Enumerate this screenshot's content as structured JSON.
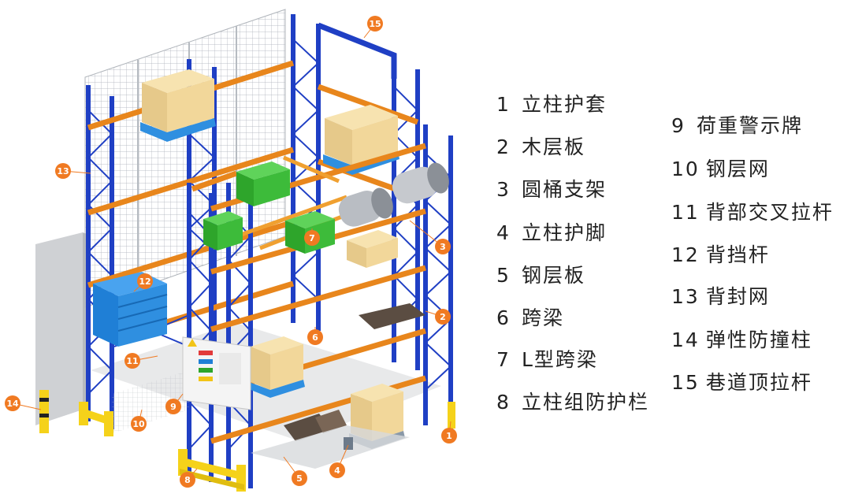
{
  "diagram": {
    "components": [
      {
        "num": "1",
        "label": "立柱护套"
      },
      {
        "num": "2",
        "label": "木层板"
      },
      {
        "num": "3",
        "label": "圆桶支架"
      },
      {
        "num": "4",
        "label": "立柱护脚"
      },
      {
        "num": "5",
        "label": "钢层板"
      },
      {
        "num": "6",
        "label": "跨梁"
      },
      {
        "num": "7",
        "label": "L型跨梁"
      },
      {
        "num": "8",
        "label": "立柱组防护栏"
      },
      {
        "num": "9",
        "label": "荷重警示牌"
      },
      {
        "num": "10",
        "label": "钢层网"
      },
      {
        "num": "11",
        "label": "背部交叉拉杆"
      },
      {
        "num": "12",
        "label": "背挡杆"
      },
      {
        "num": "13",
        "label": "背封网"
      },
      {
        "num": "14",
        "label": "弹性防撞柱"
      },
      {
        "num": "15",
        "label": "巷道顶拉杆"
      }
    ],
    "colors": {
      "upright": "#1f3fc4",
      "beam": "#e8861c",
      "callout": "#f07a22",
      "carton": "#f2d79a",
      "pallet_blue": "#2f8fe0",
      "bin_green": "#3dbb3a",
      "guard_yellow": "#f5d21a",
      "mesh": "#9aa0a8"
    }
  }
}
